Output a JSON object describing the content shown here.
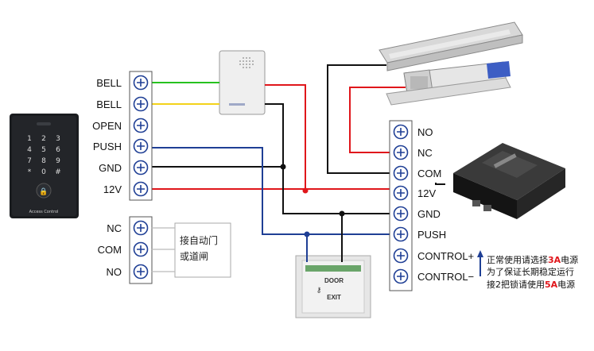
{
  "reader": {
    "keys": [
      "1",
      "2",
      "3",
      "4",
      "5",
      "6",
      "7",
      "8",
      "9",
      "*",
      "0",
      "#"
    ],
    "brand": "Access Control"
  },
  "left_terminals": [
    "BELL",
    "BELL",
    "OPEN",
    "PUSH",
    "GND",
    "12V"
  ],
  "lock_terminals": [
    "NC",
    "COM",
    "NO"
  ],
  "lock_note": [
    "接自动门",
    "或道闸"
  ],
  "right_terminals": [
    "NO",
    "NC",
    "COM",
    "12V",
    "GND",
    "PUSH",
    "CONTROL+",
    "CONTROL−"
  ],
  "exit_button": {
    "line1": "DOOR",
    "line2": "EXIT"
  },
  "power_note": {
    "line1_pre": "正常使用请选择",
    "line1_hi": "3A",
    "line1_post": "电源",
    "line2": "为了保证长期稳定运行",
    "line3_pre": "接2把锁请使用",
    "line3_hi": "5A",
    "line3_post": "电源"
  },
  "colors": {
    "bell_wire_1": "#27c21f",
    "bell_wire_2": "#f3d21a",
    "power_wire": "#e0161b",
    "push_wire": "#1f3f95",
    "ground_wire": "#111111",
    "terminal_blue": "#1f3f95"
  }
}
